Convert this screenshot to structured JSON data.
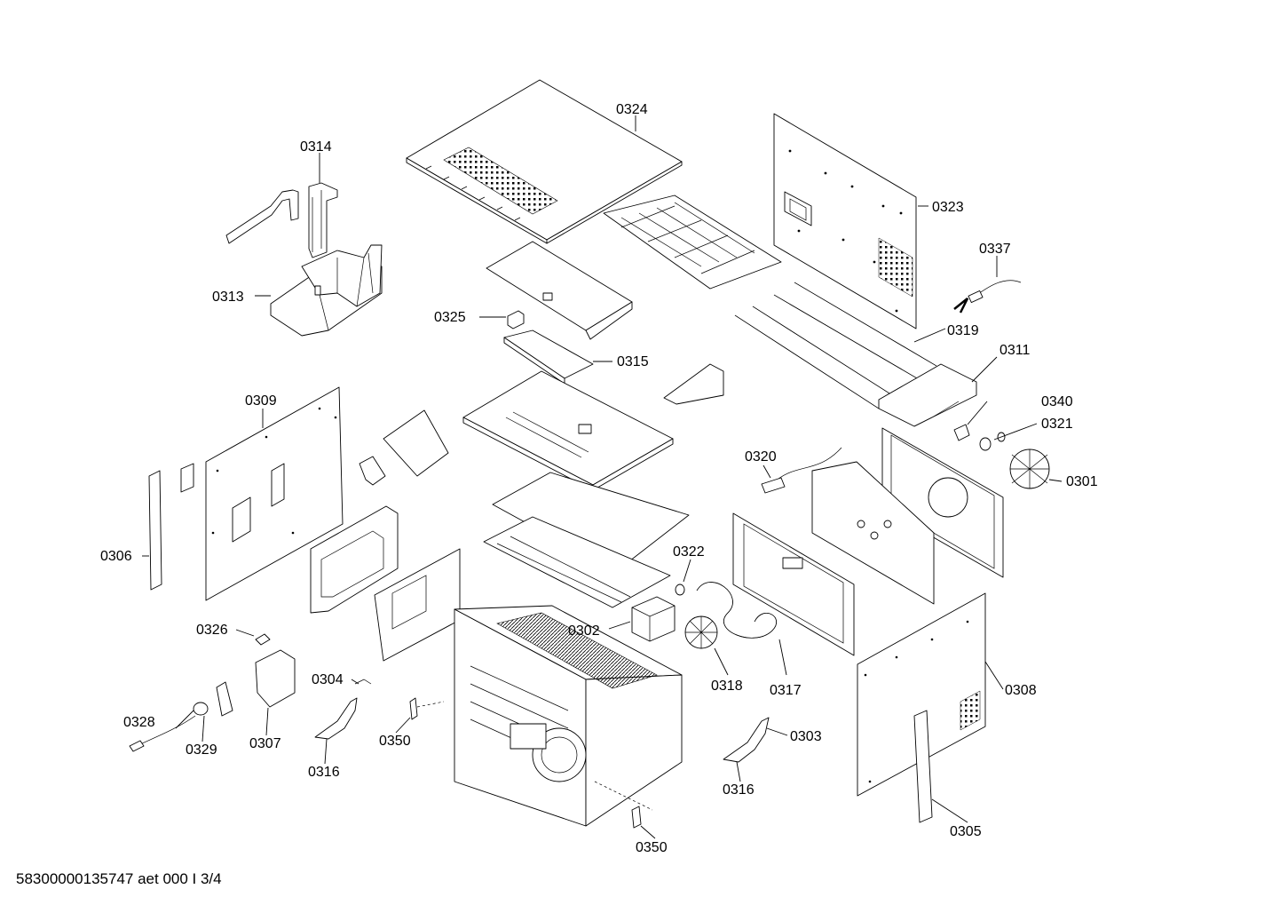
{
  "footer": {
    "document_code": "58300000135747 aet 000 I 3/4"
  },
  "callouts": [
    {
      "id": "c0324",
      "text": "0324"
    },
    {
      "id": "c0314",
      "text": "0314"
    },
    {
      "id": "c0323",
      "text": "0323"
    },
    {
      "id": "c0337",
      "text": "0337"
    },
    {
      "id": "c0313",
      "text": "0313"
    },
    {
      "id": "c0325",
      "text": "0325"
    },
    {
      "id": "c0319",
      "text": "0319"
    },
    {
      "id": "c0311",
      "text": "0311"
    },
    {
      "id": "c0315",
      "text": "0315"
    },
    {
      "id": "c0309",
      "text": "0309"
    },
    {
      "id": "c0340",
      "text": "0340"
    },
    {
      "id": "c0321",
      "text": "0321"
    },
    {
      "id": "c0320",
      "text": "0320"
    },
    {
      "id": "c0301",
      "text": "0301"
    },
    {
      "id": "c0306",
      "text": "0306"
    },
    {
      "id": "c0322",
      "text": "0322"
    },
    {
      "id": "c0326",
      "text": "0326"
    },
    {
      "id": "c0302",
      "text": "0302"
    },
    {
      "id": "c0304",
      "text": "0304"
    },
    {
      "id": "c0318",
      "text": "0318"
    },
    {
      "id": "c0317",
      "text": "0317"
    },
    {
      "id": "c0308",
      "text": "0308"
    },
    {
      "id": "c0303",
      "text": "0303"
    },
    {
      "id": "c0328",
      "text": "0328"
    },
    {
      "id": "c0329",
      "text": "0329"
    },
    {
      "id": "c0307",
      "text": "0307"
    },
    {
      "id": "c0350a",
      "text": "0350"
    },
    {
      "id": "c0316a",
      "text": "0316"
    },
    {
      "id": "c0316b",
      "text": "0316"
    },
    {
      "id": "c0305",
      "text": "0305"
    },
    {
      "id": "c0350b",
      "text": "0350"
    }
  ]
}
